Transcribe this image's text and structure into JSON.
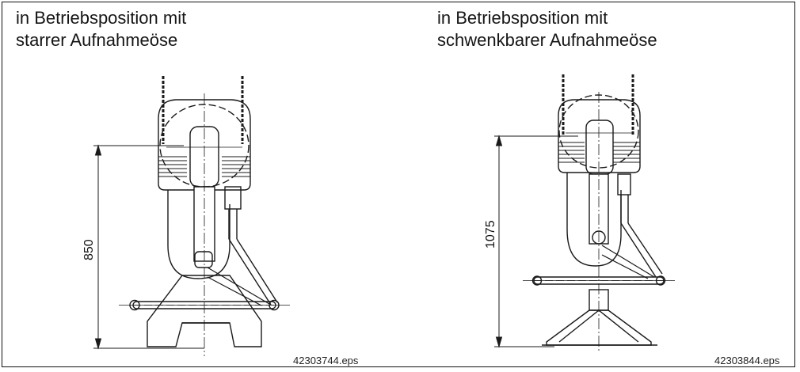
{
  "left_figure": {
    "caption_lines": [
      "in Betriebsposition mit",
      "starrer Aufnahmeöse"
    ],
    "dimension": "850",
    "file": "42303744.eps"
  },
  "right_figure": {
    "caption_lines": [
      "in Betriebsposition mit",
      "schwenkbarer Aufnahmeöse"
    ],
    "dimension": "1075",
    "file": "42303844.eps"
  }
}
